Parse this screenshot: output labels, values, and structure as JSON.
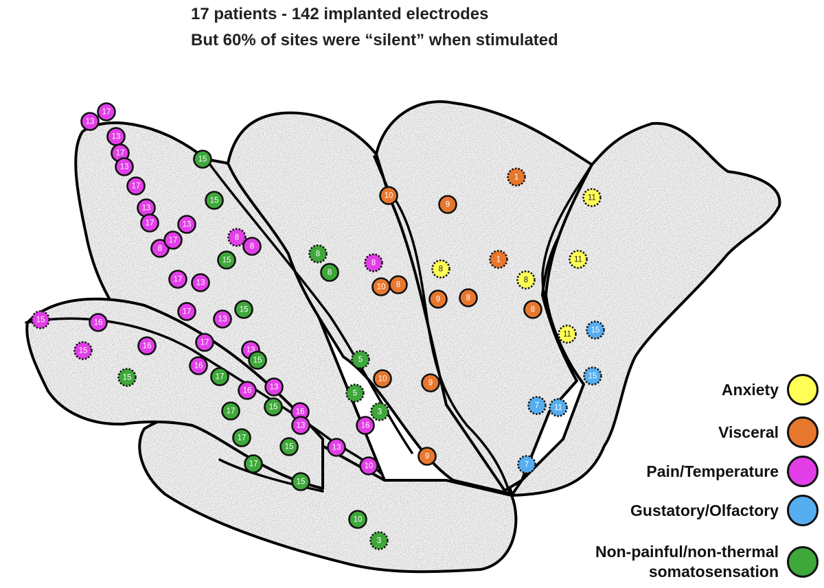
{
  "title_line1": "17 patients - 142 implanted electrodes",
  "title_line2": "But 60% of sites were “silent” when stimulated",
  "colors": {
    "anxiety": "#ffff55",
    "visceral": "#e8772e",
    "pain": "#e23ee8",
    "gustatory": "#56aef0",
    "somato": "#3ea83a"
  },
  "legend": [
    {
      "key": "anxiety",
      "label": "Anxiety"
    },
    {
      "key": "visceral",
      "label": "Visceral"
    },
    {
      "key": "pain",
      "label": "Pain/Temperature"
    },
    {
      "key": "gustatory",
      "label": "Gustatory/Olfactory"
    },
    {
      "key": "somato",
      "label": "Non-painful/non-thermal",
      "label2": "somatosensation"
    }
  ],
  "electrodes": [
    {
      "p": "17",
      "k": "pain",
      "d": false
    },
    {
      "p": "13",
      "k": "pain",
      "d": false
    },
    {
      "p": "13",
      "k": "pain",
      "d": false
    },
    {
      "p": "17",
      "k": "pain",
      "d": false
    },
    {
      "p": "13",
      "k": "pain",
      "d": false
    },
    {
      "p": "17",
      "k": "pain",
      "d": false
    },
    {
      "p": "13",
      "k": "pain",
      "d": false
    },
    {
      "p": "17",
      "k": "pain",
      "d": false
    },
    {
      "p": "8",
      "k": "pain",
      "d": false
    },
    {
      "p": "13",
      "k": "pain",
      "d": false
    },
    {
      "p": "17",
      "k": "pain",
      "d": false
    },
    {
      "p": "8",
      "k": "pain",
      "d": true
    },
    {
      "p": "8",
      "k": "pain",
      "d": false
    },
    {
      "p": "17",
      "k": "pain",
      "d": false
    },
    {
      "p": "13",
      "k": "pain",
      "d": false
    },
    {
      "p": "17",
      "k": "pain",
      "d": false
    },
    {
      "p": "13",
      "k": "pain",
      "d": false
    },
    {
      "p": "15",
      "k": "pain",
      "d": true
    },
    {
      "p": "16",
      "k": "pain",
      "d": false
    },
    {
      "p": "16",
      "k": "pain",
      "d": false
    },
    {
      "p": "15",
      "k": "pain",
      "d": true
    },
    {
      "p": "17",
      "k": "pain",
      "d": false
    },
    {
      "p": "16",
      "k": "pain",
      "d": false
    },
    {
      "p": "13",
      "k": "pain",
      "d": false
    },
    {
      "p": "16",
      "k": "pain",
      "d": false
    },
    {
      "p": "13",
      "k": "pain",
      "d": false
    },
    {
      "p": "16",
      "k": "pain",
      "d": false
    },
    {
      "p": "13",
      "k": "pain",
      "d": false
    },
    {
      "p": "13",
      "k": "pain",
      "d": false
    },
    {
      "p": "16",
      "k": "pain",
      "d": false
    },
    {
      "p": "10",
      "k": "pain",
      "d": false
    },
    {
      "p": "8",
      "k": "pain",
      "d": true
    },
    {
      "p": "15",
      "k": "somato",
      "d": false
    },
    {
      "p": "15",
      "k": "somato",
      "d": false
    },
    {
      "p": "15",
      "k": "somato",
      "d": false
    },
    {
      "p": "8",
      "k": "somato",
      "d": true
    },
    {
      "p": "8",
      "k": "somato",
      "d": false
    },
    {
      "p": "15",
      "k": "somato",
      "d": false
    },
    {
      "p": "15",
      "k": "somato",
      "d": false
    },
    {
      "p": "15",
      "k": "somato",
      "d": true
    },
    {
      "p": "17",
      "k": "somato",
      "d": false
    },
    {
      "p": "17",
      "k": "somato",
      "d": false
    },
    {
      "p": "15",
      "k": "somato",
      "d": false
    },
    {
      "p": "17",
      "k": "somato",
      "d": false
    },
    {
      "p": "15",
      "k": "somato",
      "d": false
    },
    {
      "p": "17",
      "k": "somato",
      "d": false
    },
    {
      "p": "15",
      "k": "somato",
      "d": false
    },
    {
      "p": "5",
      "k": "somato",
      "d": true
    },
    {
      "p": "5",
      "k": "somato",
      "d": true
    },
    {
      "p": "3",
      "k": "somato",
      "d": true
    },
    {
      "p": "10",
      "k": "somato",
      "d": false
    },
    {
      "p": "3",
      "k": "somato",
      "d": true
    },
    {
      "p": "10",
      "k": "visceral",
      "d": false
    },
    {
      "p": "9",
      "k": "visceral",
      "d": false
    },
    {
      "p": "1",
      "k": "visceral",
      "d": true
    },
    {
      "p": "10",
      "k": "visceral",
      "d": false
    },
    {
      "p": "8",
      "k": "visceral",
      "d": false
    },
    {
      "p": "9",
      "k": "visceral",
      "d": false
    },
    {
      "p": "8",
      "k": "visceral",
      "d": false
    },
    {
      "p": "1",
      "k": "visceral",
      "d": true
    },
    {
      "p": "8",
      "k": "visceral",
      "d": false
    },
    {
      "p": "10",
      "k": "visceral",
      "d": false
    },
    {
      "p": "9",
      "k": "visceral",
      "d": false
    },
    {
      "p": "9",
      "k": "visceral",
      "d": false
    },
    {
      "p": "11",
      "k": "anxiety",
      "d": true
    },
    {
      "p": "11",
      "k": "anxiety",
      "d": true
    },
    {
      "p": "8",
      "k": "anxiety",
      "d": true
    },
    {
      "p": "8",
      "k": "anxiety",
      "d": true
    },
    {
      "p": "11",
      "k": "anxiety",
      "d": true
    },
    {
      "p": "15",
      "k": "gustatory",
      "d": true
    },
    {
      "p": "15",
      "k": "gustatory",
      "d": true
    },
    {
      "p": "7",
      "k": "gustatory",
      "d": true
    },
    {
      "p": "11",
      "k": "gustatory",
      "d": true
    },
    {
      "p": "7",
      "k": "gustatory",
      "d": true
    }
  ]
}
